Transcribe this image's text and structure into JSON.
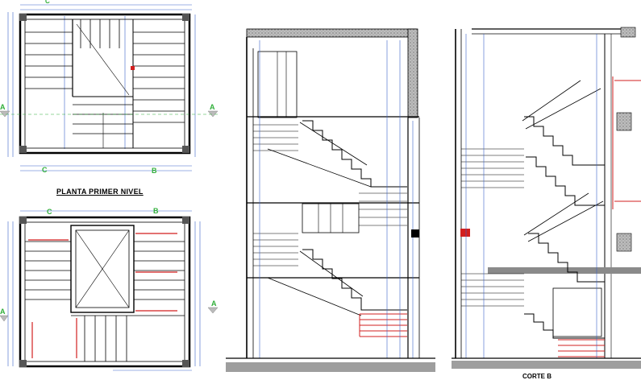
{
  "drawing": {
    "plan_title": "PLANTA PRIMER NIVEL",
    "section_title_partial": "CORTE B",
    "markers": {
      "a": "A",
      "b": "B",
      "c": "C"
    },
    "colors": {
      "line": "#000000",
      "dimension": "#3a63c9",
      "marker_green": "#2fae39",
      "highlight_red": "#d21f1f",
      "hatch_gray": "#8a8a8a"
    }
  }
}
